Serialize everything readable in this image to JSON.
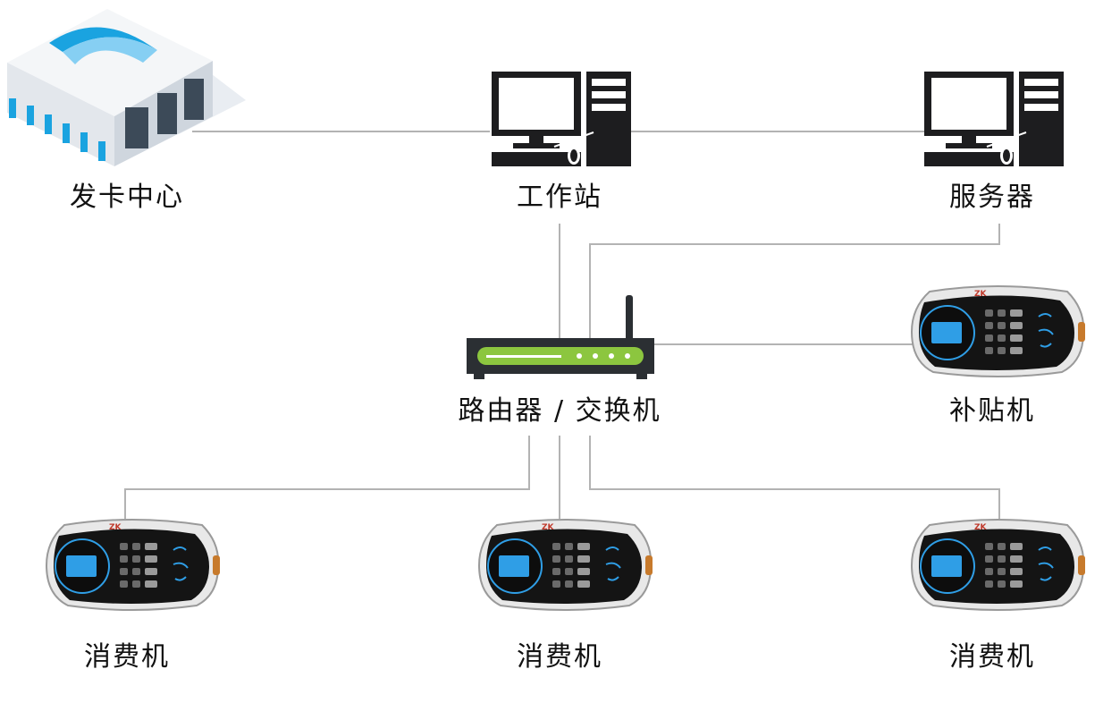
{
  "nodes": {
    "card_center": {
      "label": "发卡中心",
      "icon": "building-icon"
    },
    "workstation": {
      "label": "工作站",
      "icon": "desktop-computer-icon"
    },
    "server": {
      "label": "服务器",
      "icon": "desktop-computer-icon"
    },
    "router": {
      "label": "路由器 / 交换机",
      "icon": "router-icon"
    },
    "subsidy": {
      "label": "补贴机",
      "icon": "terminal-device-icon"
    },
    "consumer_1": {
      "label": "消费机",
      "icon": "terminal-device-icon"
    },
    "consumer_2": {
      "label": "消费机",
      "icon": "terminal-device-icon"
    },
    "consumer_3": {
      "label": "消费机",
      "icon": "terminal-device-icon"
    }
  },
  "device_brand": "ZK",
  "colors": {
    "line": "#b3b3b3",
    "pc": "#1d1d1f",
    "router_body": "#2b2f33",
    "router_led": "#8cc63f",
    "building_blue": "#1aa3e0",
    "device_blue": "#2f9ee6"
  }
}
